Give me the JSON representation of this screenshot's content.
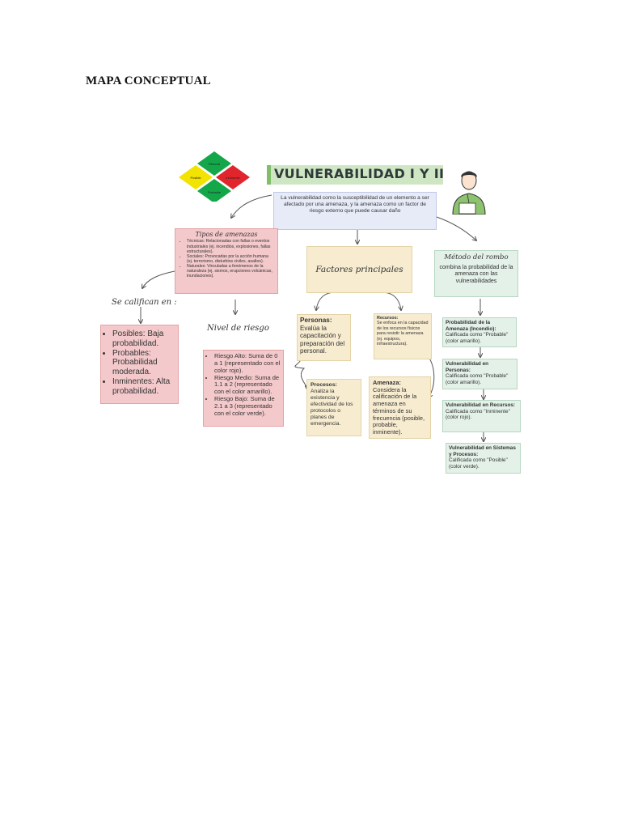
{
  "document": {
    "title": "MAPA CONCEPTUAL"
  },
  "map": {
    "title": "VULNERABILIDAD I Y II",
    "diamond": {
      "labels": [
        "Remota",
        "Posible",
        "Inminente",
        "Probable"
      ]
    },
    "definition": "La vulnerabilidad como la susceptibilidad de un elemento a ser afectado por una amenaza, y la amenaza como un factor de riesgo externo que puede causar daño",
    "threats": {
      "heading": "Tipos de amenazas",
      "items": [
        "Técnicas: Relacionadas con fallas o eventos industriales (ej. incendios, explosiones, fallas estructurales).",
        "Sociales: Provocadas por la acción humana (ej. terrorismo, disturbios civiles, asaltos).",
        "Naturales: Vinculadas a fenómenos de la naturaleza (ej. sismos, erupciones volcánicas, inundaciones)."
      ]
    },
    "qualify": {
      "heading": "Se califican en :",
      "items": [
        "Posibles: Baja probabilidad.",
        "Probables: Probabilidad moderada.",
        "Inminentes: Alta probabilidad."
      ]
    },
    "risk": {
      "heading": "Nivel de riesgo",
      "items": [
        "Riesgo Alto: Suma de 0 a 1 (representado con el color rojo).",
        "Riesgo Medio: Suma de 1.1 a 2 (representado con el color amarillo).",
        "Riesgo Bajo: Suma de 2.1 a 3 (representado con el color verde)."
      ]
    },
    "factors": {
      "heading": "Factores principales",
      "people_title": "Personas:",
      "people_text": "Evalúa la capacitación y preparación del personal.",
      "resources_title": "Recursos:",
      "resources_text": "Se enfoca en la capacidad de los recursos físicos para resistir la amenaza (ej. equipos, infraestructura).",
      "processes_title": "Procesos:",
      "processes_text": "Analiza la existencia y efectividad de los protocolos o planes de emergencia.",
      "threat_title": "Amenaza:",
      "threat_text": "Considera la calificación de la amenaza en términos de su frecuencia (posible, probable, inminente)."
    },
    "method": {
      "heading": "Método del rombo",
      "text": "combina la probabilidad de la amenaza con las vulnerabilidades",
      "steps": [
        {
          "title": "Probabilidad de la Amenaza (Incendio):",
          "text": "Calificada como \"Probable\" (color amarillo)."
        },
        {
          "title": "Vulnerabilidad en Personas:",
          "text": "Calificada como \"Probable\" (color amarillo)."
        },
        {
          "title": "Vulnerabilidad en Recursos:",
          "text": "Calificada como \"Inminente\" (color rojo)."
        },
        {
          "title": "Vulnerabilidad en Sistemas y Procesos:",
          "text": "Calificada como \"Posible\" (color verde)."
        }
      ]
    }
  }
}
